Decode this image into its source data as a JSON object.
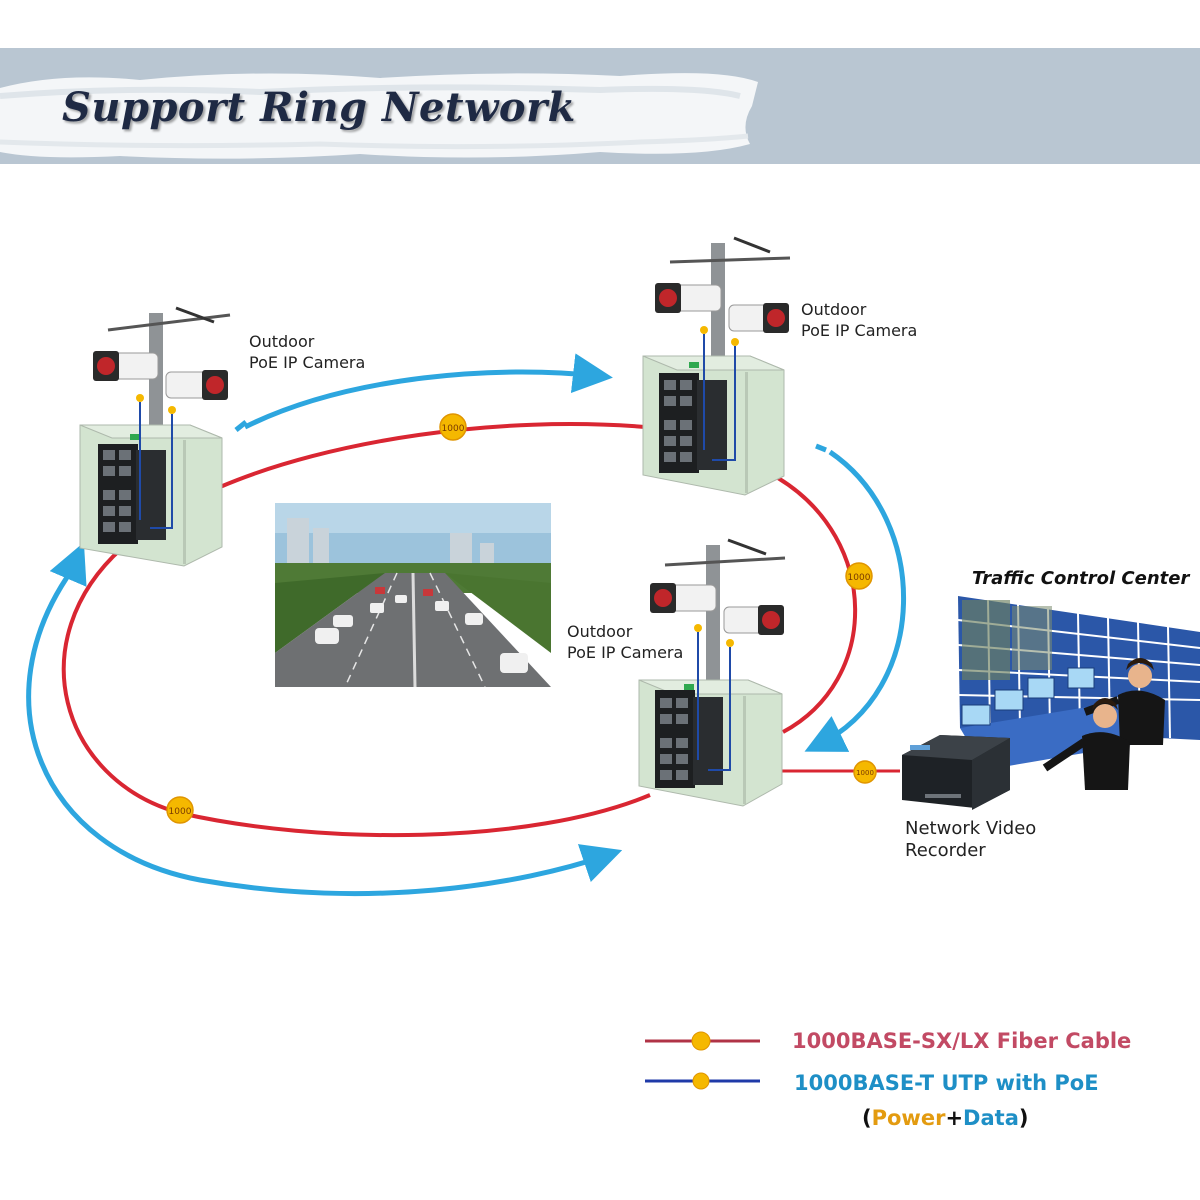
{
  "title": "Support Ring Network",
  "camera_label_line1": "Outdoor",
  "camera_label_line2": "PoE IP Camera",
  "link_badge": "1000",
  "traffic_center": "Traffic Control Center",
  "nvr_line1": "Network Video",
  "nvr_line2": "Recorder",
  "legend": {
    "fiber": "1000BASE-SX/LX Fiber Cable",
    "utp": "1000BASE-T UTP with PoE",
    "open_paren": "(",
    "power": "Power",
    "plus": "+",
    "data": "Data",
    "close_paren": ")"
  },
  "colors": {
    "fiber": "#d92632",
    "utp_arrow": "#2da6df",
    "badge": "#f5b800",
    "cabinet": "#d3e4d0"
  }
}
